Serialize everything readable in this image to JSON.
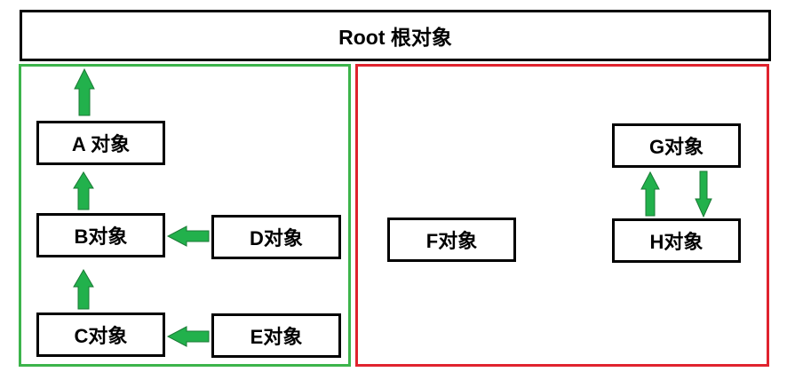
{
  "root": {
    "label": "Root 根对象"
  },
  "groups": {
    "left": {
      "border_color": "#3cb44b"
    },
    "right": {
      "border_color": "#e0232e"
    }
  },
  "nodes": {
    "A": "A 对象",
    "B": "B对象",
    "C": "C对象",
    "D": "D对象",
    "E": "E对象",
    "F": "F对象",
    "G": "G对象",
    "H": "H对象"
  },
  "arrow_colors": {
    "fill": "#22b14c",
    "stroke": "#1a7a35"
  }
}
